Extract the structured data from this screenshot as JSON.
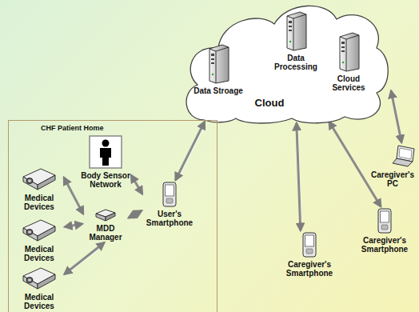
{
  "diagram": {
    "nodes": [
      {
        "text": [
          "Cloud"
        ]
      },
      {
        "text": [
          "Data Stroage"
        ],
        "in": 0
      },
      {
        "text": [
          "Data Processing"
        ],
        "in": 0
      },
      {
        "text": [
          "Cloud Services"
        ],
        "in": 0
      },
      {
        "text": [
          "CHF Patient Home"
        ]
      },
      {
        "text": [
          "Body Sensor Network"
        ],
        "in": 4
      },
      {
        "text": [
          "Medical Devices"
        ],
        "in": 4
      },
      {
        "text": [
          "MDD Manager"
        ],
        "in": 4
      },
      {
        "text": [
          "Medical Devices"
        ],
        "in": 4
      },
      {
        "text": [
          "User's Smartphone"
        ],
        "in": 4
      },
      {
        "text": [
          "Medical Devices"
        ],
        "in": 4
      },
      {
        "text": [
          "Caregiver's PC"
        ]
      },
      {
        "text": [
          "Caregiver's Smartphone"
        ]
      },
      {
        "text": [
          "Caregiver's Smartphone"
        ]
      }
    ],
    "edges": [
      {
        "from": 6,
        "to": 7,
        "arrow": "both"
      },
      {
        "from": 8,
        "to": 7,
        "arrow": "both"
      },
      {
        "from": 10,
        "to": 7,
        "arrow": "both"
      },
      {
        "from": 5,
        "to": 9,
        "arrow": "both"
      },
      {
        "from": 7,
        "to": 9,
        "arrow": "both"
      },
      {
        "from": 9,
        "to": 0,
        "arrow": "both"
      },
      {
        "from": 0,
        "to": 13,
        "arrow": "both"
      },
      {
        "from": 0,
        "to": 12,
        "arrow": "both"
      },
      {
        "from": 0,
        "to": 11,
        "arrow": "both"
      }
    ]
  }
}
